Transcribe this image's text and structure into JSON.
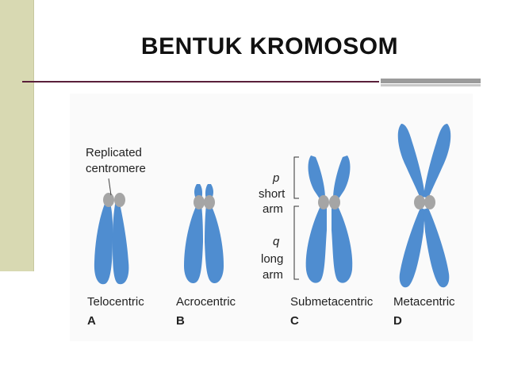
{
  "slide": {
    "title": "BENTUK KROMOSOM",
    "colors": {
      "sidebar": "#d8d9b2",
      "rule": "#5a1f3a",
      "accent": "#9b9b9b",
      "chromatid": "#4f8dd0",
      "centromere": "#a5a5a5"
    }
  },
  "figure": {
    "replicated_label_1": "Replicated",
    "replicated_label_2": "centromere",
    "p_label": "p",
    "short_label": "short",
    "arm_label_1": "arm",
    "q_label": "q",
    "long_label": "long",
    "arm_label_2": "arm",
    "chromosomes": [
      {
        "name": "Telocentric",
        "letter": "A"
      },
      {
        "name": "Acrocentric",
        "letter": "B"
      },
      {
        "name": "Submetacentric",
        "letter": "C"
      },
      {
        "name": "Metacentric",
        "letter": "D"
      }
    ]
  }
}
